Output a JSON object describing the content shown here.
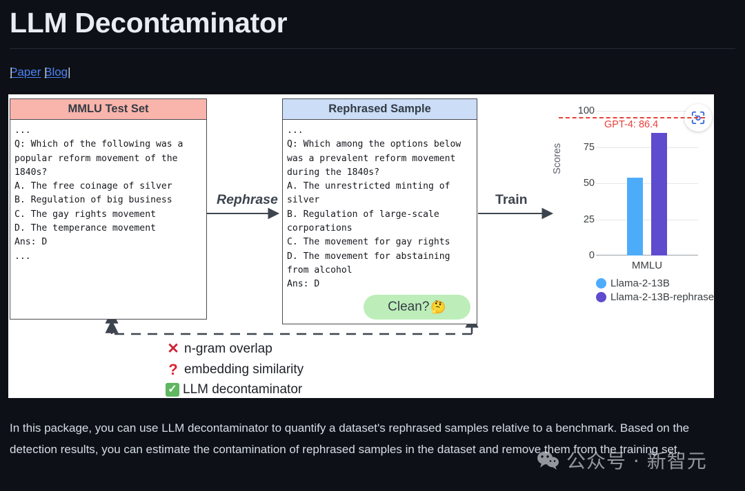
{
  "header": {
    "title": "LLM Decontaminator",
    "links": [
      {
        "label": "Paper"
      },
      {
        "label": "Blog"
      }
    ],
    "separator": "|"
  },
  "figure": {
    "mmlu_panel": {
      "title": "MMLU Test Set",
      "header_color": "#f9b4ab",
      "body": "...\nQ: Which of the following was a popular reform movement of the 1840s?\nA. The free coinage of silver\nB. Regulation of big business\nC. The gay rights movement\nD. The temperance movement\nAns: D\n..."
    },
    "rephrased_panel": {
      "title": "Rephrased Sample",
      "header_color": "#cbddf7",
      "body": "...\nQ: Which among the options below was a prevalent reform movement during the 1840s?\nA. The unrestricted minting of silver\nB. Regulation of large-scale corporations\nC. The movement for gay rights\nD. The movement for abstaining from alcohol\nAns: D",
      "badge": {
        "label": "Clean?",
        "emoji": "🤔",
        "color": "#bdeeb9"
      }
    },
    "arrows": {
      "rephrase_label": "Rephrase",
      "train_label": "Train"
    },
    "detectors": [
      {
        "mark": "cross-icon",
        "glyph": "✕",
        "label": "n-gram overlap"
      },
      {
        "mark": "question-icon",
        "glyph": "?",
        "label": "embedding similarity"
      },
      {
        "mark": "check-icon",
        "glyph": "✓",
        "label": "LLM decontaminator"
      }
    ],
    "lens_button": {
      "icon": "visual-search-icon",
      "color": "#3367d6"
    }
  },
  "chart_data": {
    "type": "bar",
    "title": "",
    "categories": [
      "MMLU"
    ],
    "series": [
      {
        "name": "Llama-2-13B",
        "values": [
          54
        ],
        "color": "#4dacfa"
      },
      {
        "name": "Llama-2-13B-rephrase",
        "values": [
          85
        ],
        "color": "#5e4bce"
      }
    ],
    "xlabel": "",
    "ylabel": "Scores",
    "ylim": [
      0,
      100
    ],
    "yticks": [
      0,
      25,
      50,
      75,
      100
    ],
    "grid": true,
    "legend_position": "bottom",
    "annotations": [
      {
        "type": "hline",
        "label": "GPT-4: 86.4",
        "value": 86.4,
        "color": "#e8403a",
        "style": "dashed"
      }
    ]
  },
  "body": {
    "paragraph": "In this package, you can use LLM decontaminator to quantify a dataset's rephrased samples relative to a benchmark. Based on the detection results, you can estimate the contamination of rephrased samples in the dataset and remove them from the training set."
  },
  "watermark": {
    "text": "公众号 · 新智元"
  }
}
